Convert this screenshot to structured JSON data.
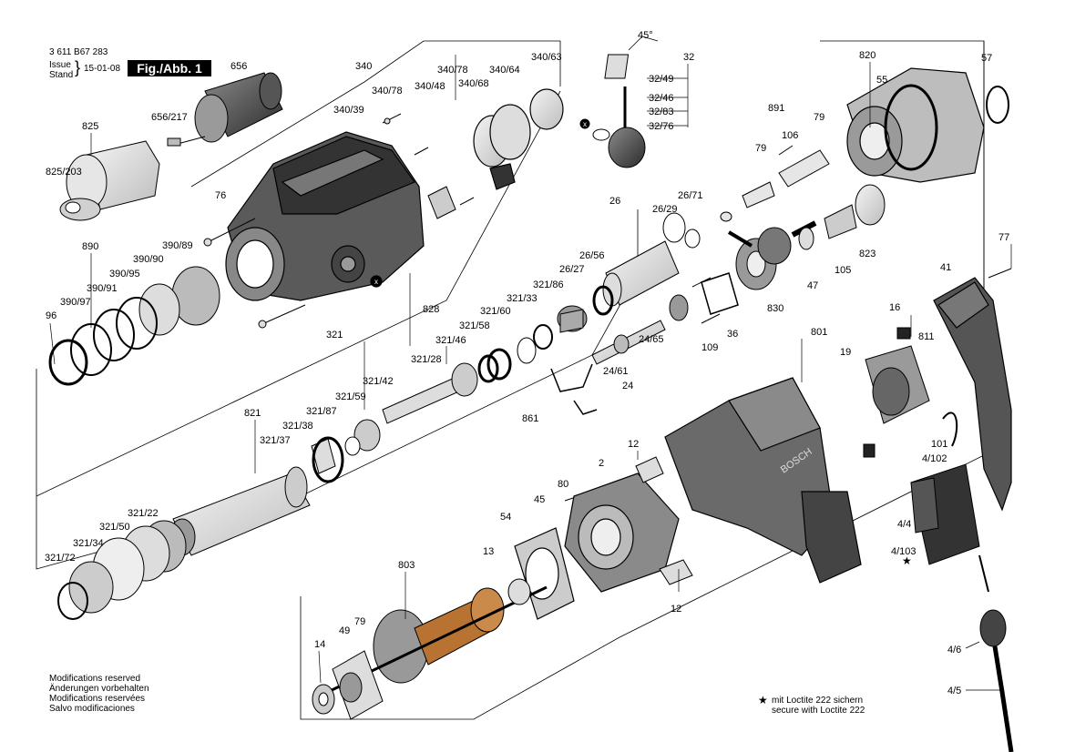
{
  "header": {
    "doc_number": "3 611 B67 283",
    "issue_label": "Issue",
    "stand_label": "Stand",
    "date": "15-01-08",
    "figure": "Fig./Abb. 1"
  },
  "angle_label": "45°",
  "parts": [
    "656",
    "656/217",
    "825",
    "825/203",
    "76",
    "890",
    "390/89",
    "390/90",
    "390/95",
    "390/91",
    "390/97",
    "96",
    "340",
    "340/39",
    "340/78",
    "340/48",
    "340/78",
    "340/68",
    "340/64",
    "340/63",
    "32",
    "32/49",
    "32/46",
    "32/83",
    "32/76",
    "820",
    "55",
    "57",
    "891",
    "79",
    "106",
    "79",
    "823",
    "105",
    "47",
    "830",
    "26",
    "26/29",
    "26/71",
    "26/56",
    "26/27",
    "321/86",
    "321/33",
    "321/60",
    "321/58",
    "321/46",
    "828",
    "36",
    "109",
    "24/65",
    "24/61",
    "24",
    "861",
    "321",
    "321/28",
    "321/42",
    "321/59",
    "321/87",
    "321/38",
    "321/37",
    "821",
    "321/22",
    "321/50",
    "321/34",
    "321/72",
    "77",
    "41",
    "16",
    "811",
    "801",
    "19",
    "101",
    "4/102",
    "4/4",
    "4/103",
    "4/6",
    "4/5",
    "12",
    "80",
    "2",
    "45",
    "54",
    "13",
    "12",
    "803",
    "79",
    "49",
    "14"
  ],
  "brand_text": "BOSCH",
  "footer": {
    "modifications": [
      "Modifications reserved",
      "Änderungen vorbehalten",
      "Modifications reservées",
      "Salvo modificaciones"
    ],
    "loctite_star": "★",
    "loctite": [
      "mit Loctite 222 sichern",
      "secure with Loctite 222"
    ]
  }
}
